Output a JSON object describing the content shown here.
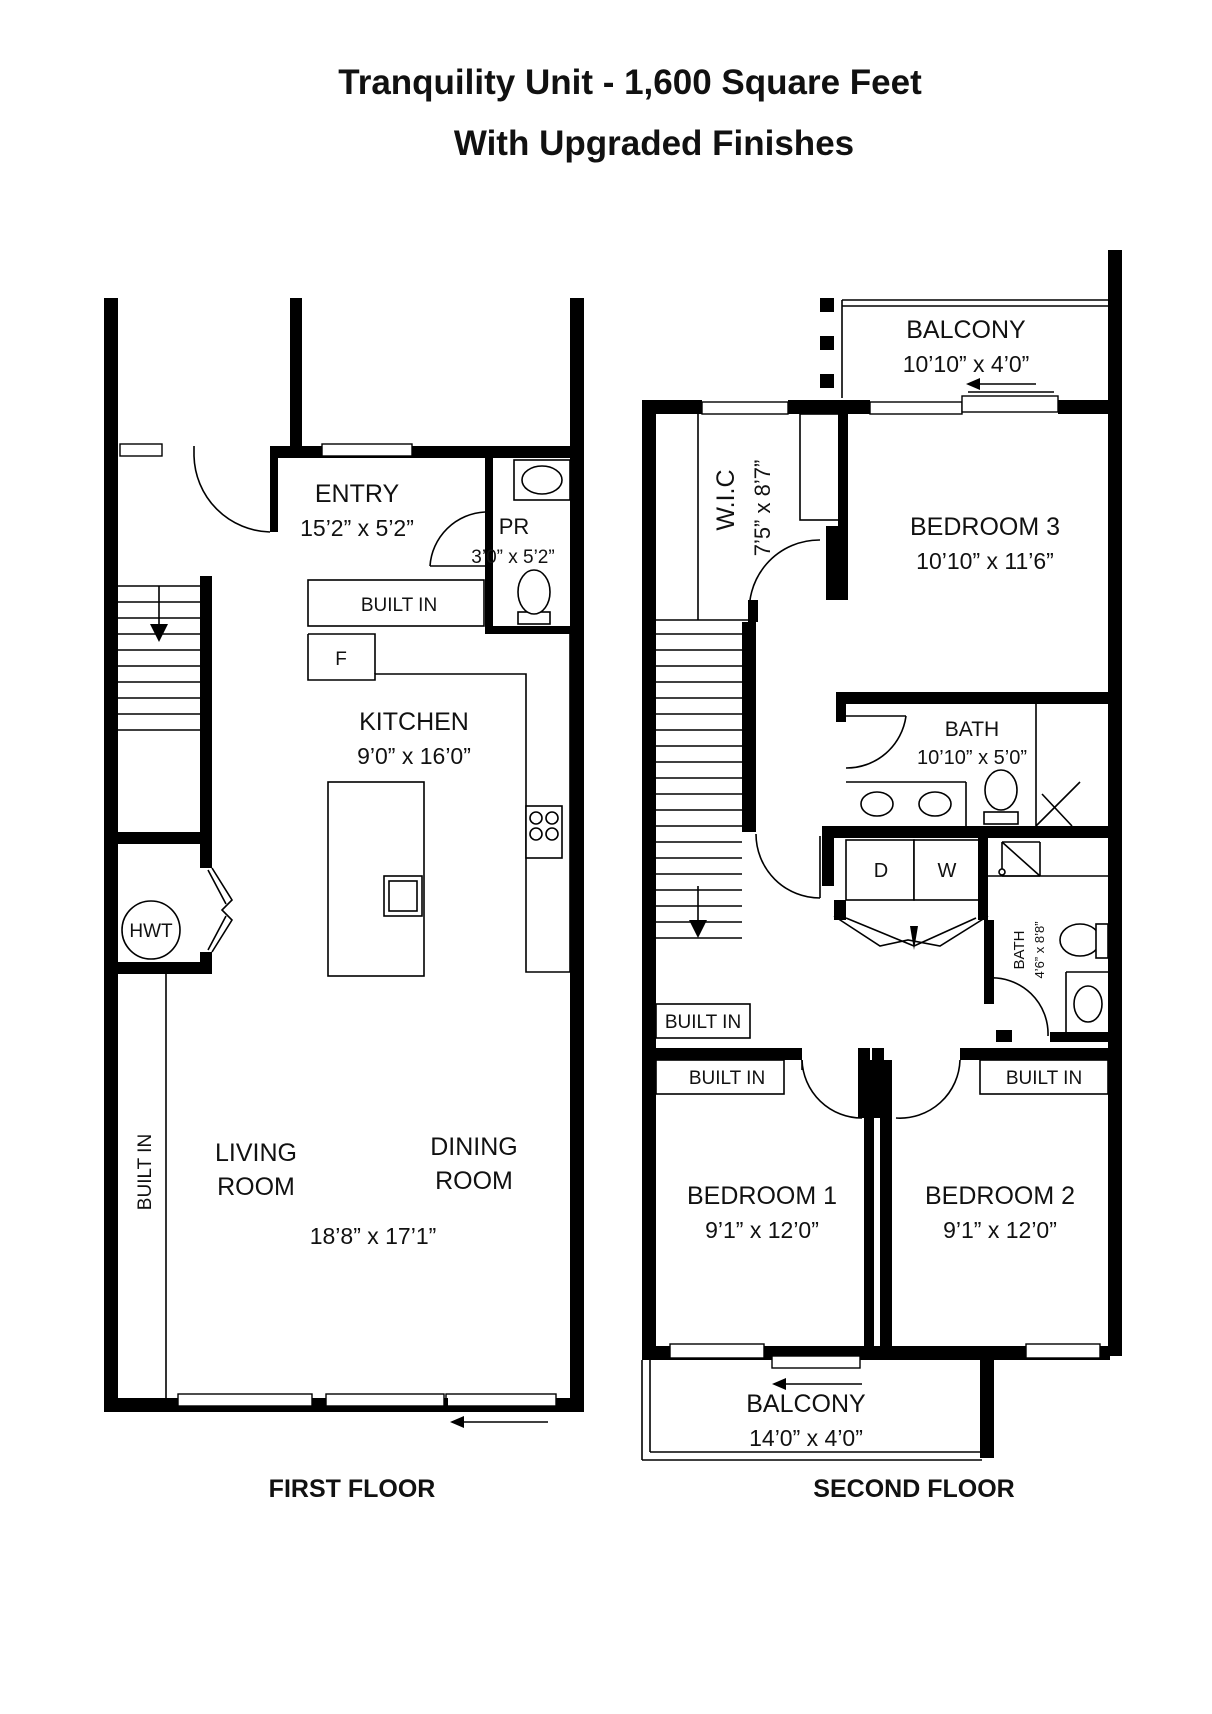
{
  "title": {
    "line1": "Tranquility Unit  - 1,600 Square Feet",
    "line2": "With Upgraded Finishes"
  },
  "first_floor": {
    "label": "FIRST FLOOR",
    "entry": {
      "name": "ENTRY",
      "dims": "15’2” x 5’2”"
    },
    "powder_room": {
      "name": "PR",
      "dims": "3’0” x 5’2”"
    },
    "built_in_entry": "BUILT IN",
    "fridge": "F",
    "kitchen": {
      "name": "KITCHEN",
      "dims": "9’0” x 16’0”"
    },
    "water_heater": "HWT",
    "built_in_wall": "BUILT IN",
    "living": {
      "line1": "LIVING",
      "line2": "ROOM"
    },
    "dining": {
      "line1": "DINING",
      "line2": "ROOM"
    },
    "living_dining_dims": "18’8” x 17’1”"
  },
  "second_floor": {
    "label": "SECOND FLOOR",
    "balcony_top": {
      "name": "BALCONY",
      "dims": "10’10” x 4’0”"
    },
    "wic": {
      "name": "W.I.C",
      "dims": "7’5” x 8’7”"
    },
    "bedroom3": {
      "name": "BEDROOM 3",
      "dims": "10’10” x 11’6”"
    },
    "bath_main": {
      "name": "BATH",
      "dims": "10’10” x 5’0”"
    },
    "washer": "W",
    "dryer": "D",
    "bath_small": {
      "name": "BATH",
      "dims": "4’6” x 8’8”"
    },
    "built_in_hall": "BUILT IN",
    "built_in_bed1": "BUILT IN",
    "built_in_bed2": "BUILT IN",
    "bedroom1": {
      "name": "BEDROOM 1",
      "dims": "9’1” x 12’0”"
    },
    "bedroom2": {
      "name": "BEDROOM 2",
      "dims": "9’1” x 12’0”"
    },
    "balcony_bottom": {
      "name": "BALCONY",
      "dims": "14’0” x 4’0”"
    }
  }
}
